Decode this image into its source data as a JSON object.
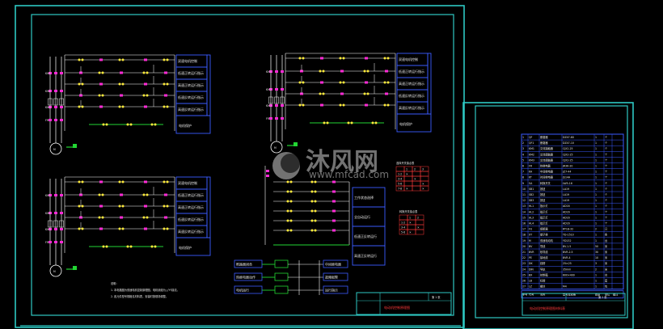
{
  "watermark": {
    "brand_cn": "沐风网",
    "site": "www.mfcad.com"
  },
  "colors": {
    "frame": "#2ec9c3",
    "wire": "#ffffff",
    "terminal": "#ff2bd6",
    "contact": "#ffeb3b",
    "ground": "#22d633",
    "box": "#3b5bff",
    "title_red": "#ff3a3a"
  },
  "main_sheet": {
    "panels": [
      {
        "rows": [
          "双速电机控制",
          "低速正转运行指示",
          "高速正转运行指示",
          "低速反转运行指示",
          "高速反转运行指示"
        ],
        "footer": "电机保护"
      },
      {
        "rows": [
          "双速电机控制",
          "低速正转运行指示",
          "高速正转运行指示",
          "低速反转运行指示",
          "高速反转运行指示"
        ],
        "footer": "电机保护"
      },
      {
        "rows": [
          "双速电机控制",
          "低速正转运行指示",
          "高速正转运行指示",
          "低速反转运行指示",
          "高速反转运行指示"
        ],
        "footer": "电机保护"
      }
    ],
    "center_circuit_boxes": [
      "工作状态选择",
      "全自动运行",
      "低速正反转运行",
      "高速正反转运行"
    ],
    "tables": [
      {
        "title": "选择开关接点表",
        "rows": [
          [
            "",
            "1",
            "2",
            "3"
          ],
          [
            "1-2",
            "×",
            "",
            ""
          ],
          [
            "3-4",
            "",
            "×",
            ""
          ],
          [
            "5-6",
            "",
            "",
            "×"
          ],
          [
            "7-8",
            "×",
            "",
            "×"
          ]
        ]
      },
      {
        "title": "转换开关接点表",
        "rows": [
          [
            "",
            "1",
            "2"
          ],
          [
            "1-2",
            "×",
            ""
          ],
          [
            "3-4",
            "",
            "×"
          ],
          [
            "5-6",
            "×",
            ""
          ]
        ]
      }
    ],
    "signals": [
      {
        "input": "断路器闭合",
        "output": "中间继电器"
      },
      {
        "input": "热继电器动作",
        "output": "故障报警"
      },
      {
        "input": "电机运行",
        "output": "运行指示"
      }
    ],
    "notes": [
      "说明：",
      "1. 本电路图为双速电机控制原理图，电机绕组为△/YY接法。",
      "2. 各元件型号规格见材料表，安装时按现场调整。"
    ],
    "title_block": {
      "drawing_title": "电动机控制原理图",
      "sheet_no": "第 1 张"
    }
  },
  "bom_sheet": {
    "rows": [
      [
        "1",
        "QF",
        "断路器",
        "DZ47-60",
        "1",
        "个",
        ""
      ],
      [
        "2",
        "QF1",
        "断路器",
        "DZ47-10",
        "1",
        "个",
        ""
      ],
      [
        "3",
        "KM1",
        "交流接触器",
        "CJX2-25",
        "1",
        "个",
        ""
      ],
      [
        "4",
        "KM2",
        "交流接触器",
        "CJX2-25",
        "1",
        "个",
        ""
      ],
      [
        "5",
        "KM3",
        "交流接触器",
        "CJX2-25",
        "1",
        "个",
        ""
      ],
      [
        "6",
        "FR",
        "热继电器",
        "JR36-20",
        "1",
        "个",
        ""
      ],
      [
        "7",
        "KA",
        "中间继电器",
        "JZ7-44",
        "1",
        "个",
        ""
      ],
      [
        "8",
        "KT",
        "时间继电器",
        "JS14A",
        "1",
        "个",
        ""
      ],
      [
        "9",
        "SA",
        "转换开关",
        "LW5-16",
        "1",
        "个",
        ""
      ],
      [
        "10",
        "SB1",
        "按钮",
        "LA19",
        "1",
        "个",
        ""
      ],
      [
        "11",
        "SB2",
        "按钮",
        "LA19",
        "1",
        "个",
        ""
      ],
      [
        "12",
        "SB3",
        "按钮",
        "LA19",
        "1",
        "个",
        ""
      ],
      [
        "13",
        "HL1",
        "指示灯",
        "AD16",
        "1",
        "个",
        ""
      ],
      [
        "14",
        "HL2",
        "指示灯",
        "AD16",
        "1",
        "个",
        ""
      ],
      [
        "15",
        "HL3",
        "指示灯",
        "AD16",
        "1",
        "个",
        ""
      ],
      [
        "16",
        "HL4",
        "指示灯",
        "AD16",
        "1",
        "个",
        ""
      ],
      [
        "17",
        "FU",
        "熔断器",
        "RT18-32",
        "2",
        "只",
        ""
      ],
      [
        "18",
        "XT",
        "端子排",
        "TD-1510",
        "1",
        "条",
        ""
      ],
      [
        "19",
        "M",
        "双速电动机",
        "YD132",
        "1",
        "台",
        ""
      ],
      [
        "20",
        "BV",
        "导线",
        "BV-1.5",
        "50",
        "米",
        ""
      ],
      [
        "21",
        "BVR",
        "软导线",
        "BVR-2.5",
        "30",
        "米",
        ""
      ],
      [
        "22",
        "PE",
        "接地线",
        "BVR-4",
        "10",
        "米",
        ""
      ],
      [
        "23",
        "DK",
        "线槽",
        "25×25",
        "3",
        "米",
        ""
      ],
      [
        "24",
        "DIN",
        "导轨",
        "35mm",
        "2",
        "米",
        ""
      ],
      [
        "25",
        "BX",
        "控制箱",
        "600×400",
        "1",
        "台",
        ""
      ],
      [
        "26",
        "LB",
        "标牌",
        "",
        "1",
        "套",
        ""
      ],
      [
        "27",
        "LZ",
        "螺丝",
        "M4",
        "1",
        "包",
        ""
      ]
    ],
    "header": [
      "序号",
      "代号",
      "名称",
      "型号及规格",
      "数量",
      "单位",
      "备注"
    ],
    "title_block": {
      "drawing_title": "电动机控制原理图材料表",
      "sheet_no": "第 2 张"
    }
  }
}
